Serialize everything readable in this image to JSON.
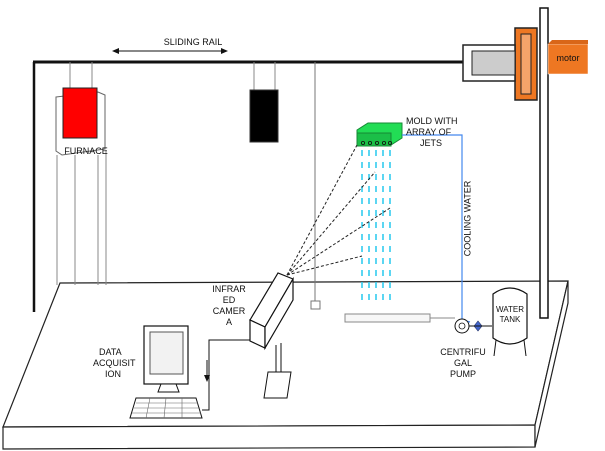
{
  "labels": {
    "sliding_rail": "SLIDING RAIL",
    "furnace": "FURNACE",
    "mold": [
      "MOLD WITH",
      "ARRAY OF",
      "JETS"
    ],
    "motor": "motor",
    "cooling_water": "COOLING WATER",
    "infrared_camera": [
      "INFRAR",
      "ED",
      "CAMER",
      "A"
    ],
    "data_acquisition": [
      "DATA",
      "ACQUISIT",
      "ION"
    ],
    "water_tank": [
      "WATER",
      "TANK"
    ],
    "centrifugal_pump": [
      "CENTRIFU",
      "GAL",
      "PUMP"
    ]
  },
  "colors": {
    "furnace": "#ff0000",
    "heat_sink_block": "#000000",
    "mold": "#22dd55",
    "motor": "#ee7722",
    "water_jets": "#33ccee",
    "water_line": "#4488ee",
    "pump_valve": "#4466cc"
  }
}
